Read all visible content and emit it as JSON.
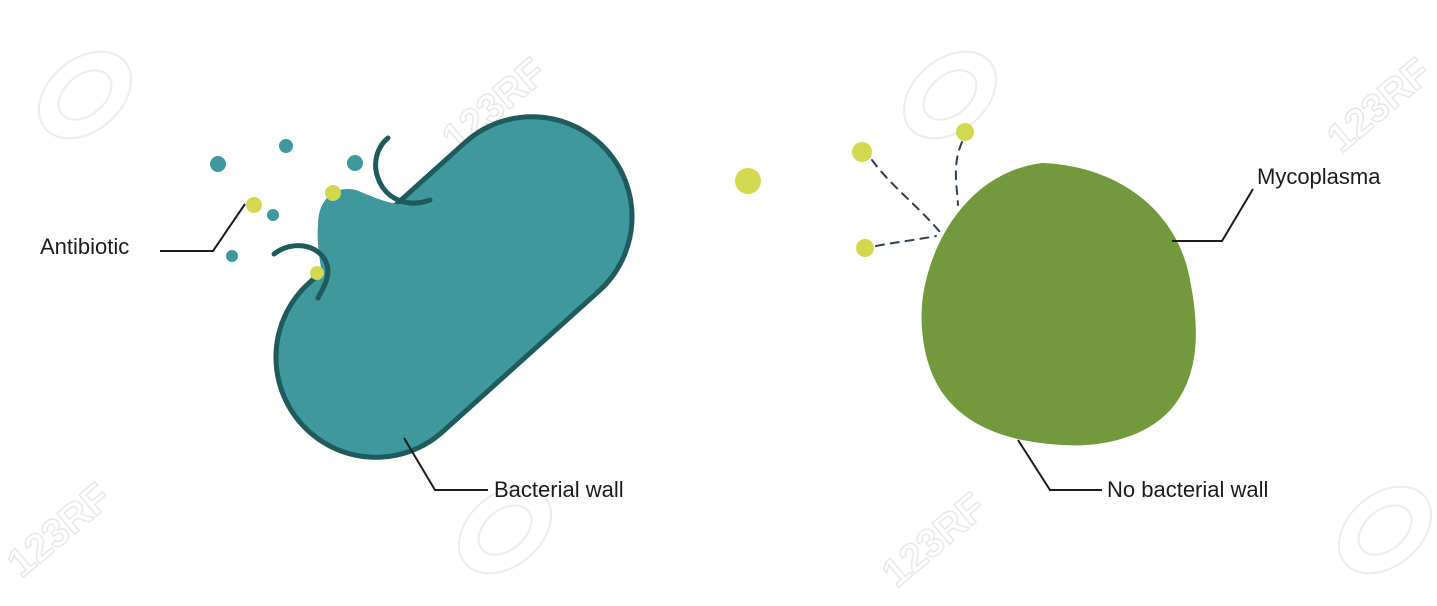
{
  "labels": {
    "antibiotic": "Antibiotic",
    "bacterial_wall": "Bacterial wall",
    "mycoplasma": "Mycoplasma",
    "no_bacterial_wall": "No bacterial wall"
  },
  "watermark": {
    "text": "123RF"
  },
  "colors": {
    "bacterium_fill": "#3e989c",
    "bacterium_outline": "#1f5a5c",
    "mycoplasma_fill": "#72993c",
    "antibiotic": "#d2d94f",
    "debris": "#3e989c"
  }
}
